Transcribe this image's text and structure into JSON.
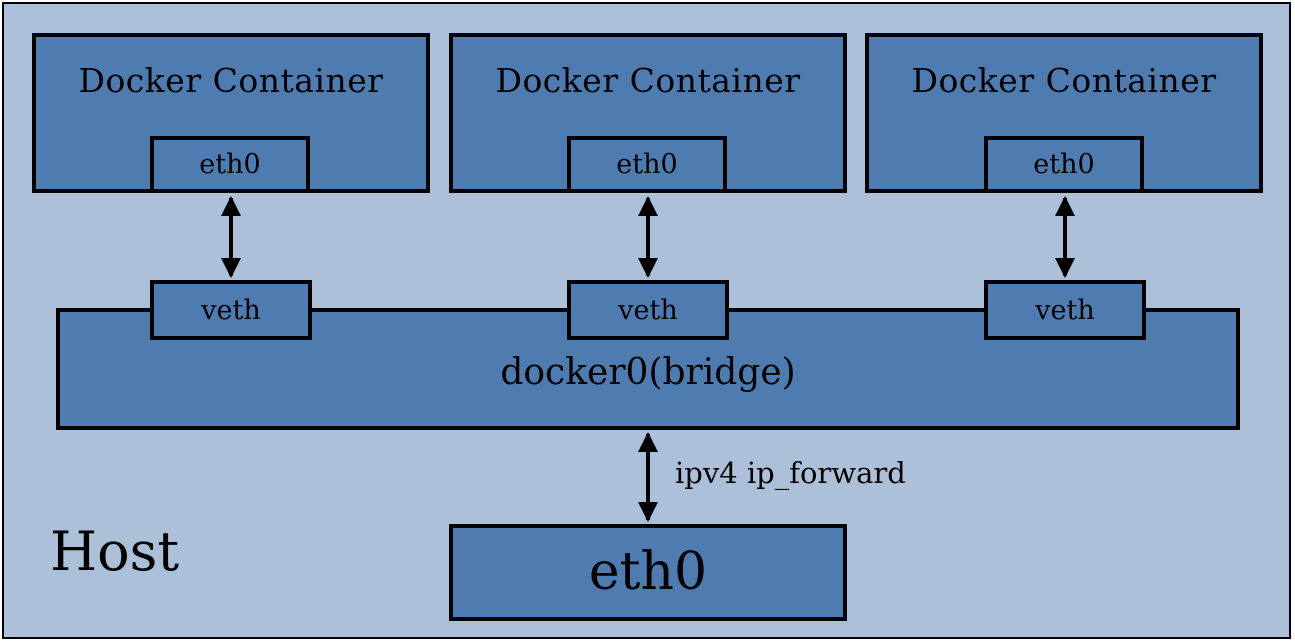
{
  "containers": [
    {
      "title": "Docker Container",
      "iface": "eth0",
      "veth": "veth"
    },
    {
      "title": "Docker Container",
      "iface": "eth0",
      "veth": "veth"
    },
    {
      "title": "Docker Container",
      "iface": "eth0",
      "veth": "veth"
    }
  ],
  "bridge": {
    "label": "docker0(bridge)"
  },
  "host": {
    "label": "Host",
    "eth": "eth0",
    "forward_label": "ipv4 ip_forward"
  },
  "colors": {
    "host_bg": "#adc0d9",
    "box_fill": "#4e7bb0",
    "stroke": "#000000"
  }
}
